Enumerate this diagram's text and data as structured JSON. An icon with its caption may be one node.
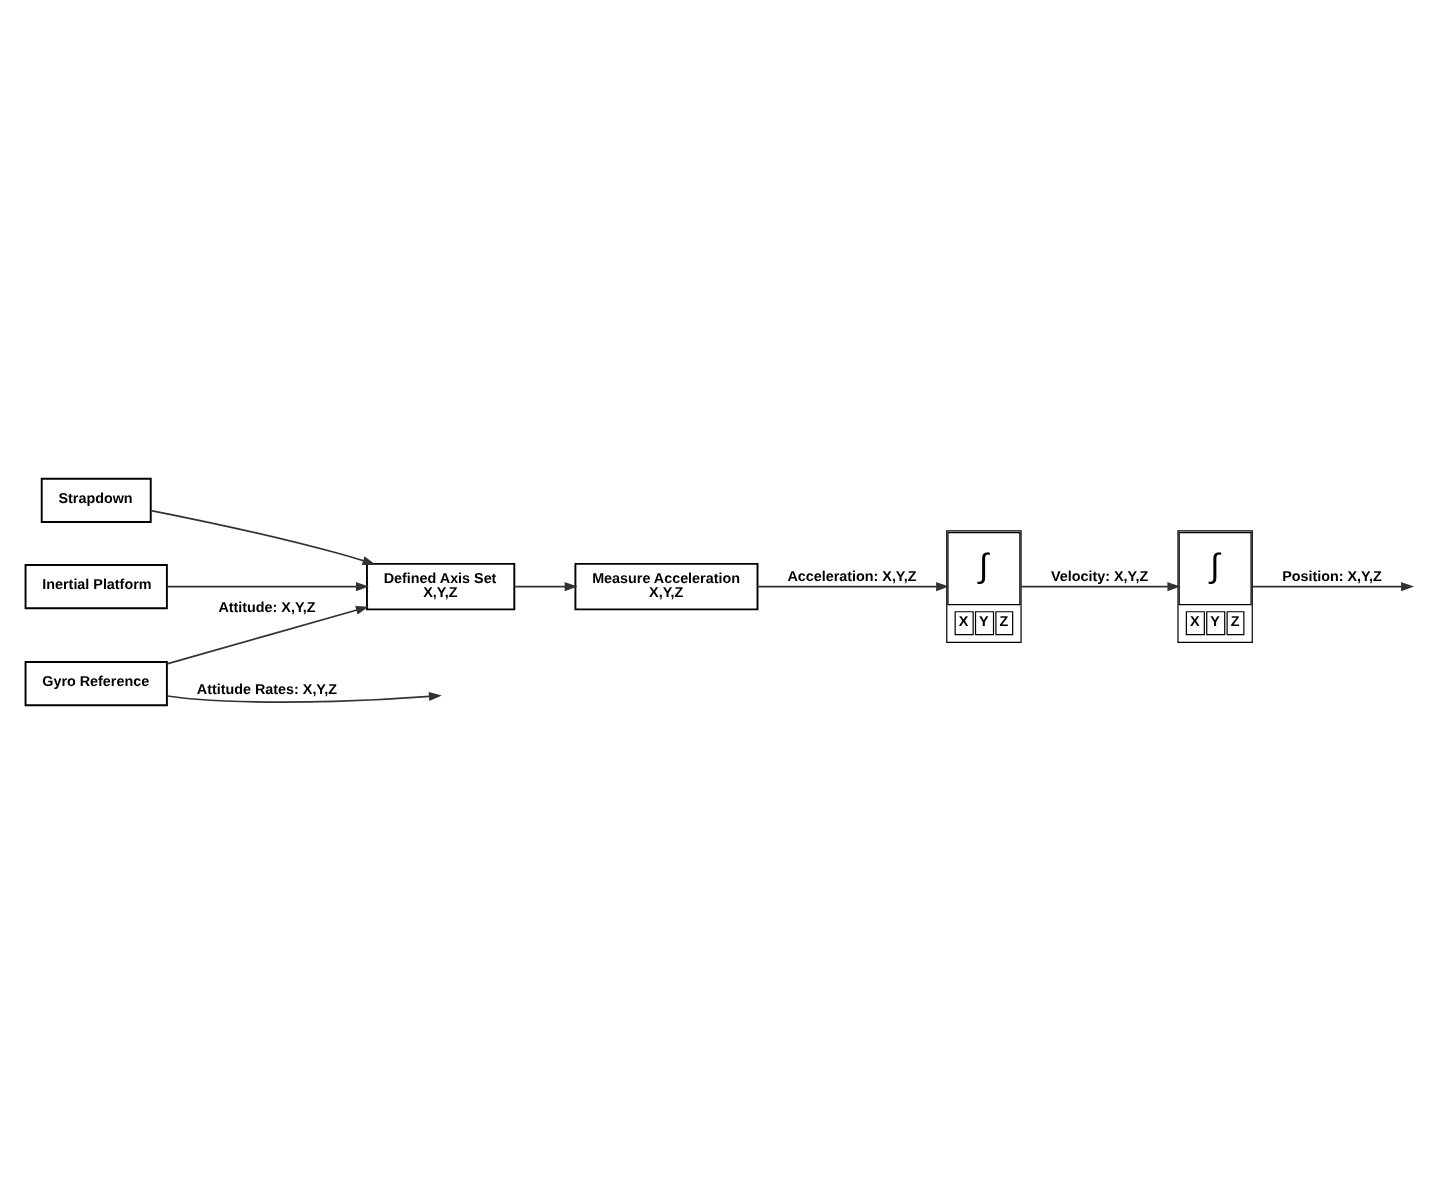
{
  "diagram": {
    "nodes": [
      {
        "text": [
          "Inertial Platform"
        ]
      },
      {
        "text": [
          "Gyro Reference"
        ]
      },
      {
        "text": [
          "Defined Axis Set",
          "X,Y,Z"
        ]
      },
      {
        "text": [
          "Measure Acceleration",
          "X,Y,Z"
        ]
      },
      {
        "text": [
          "Strapdown"
        ]
      },
      {
        "text": [
          "∫",
          "X",
          "Y",
          "Z"
        ]
      },
      {
        "text": [
          "∫",
          "X",
          "Y",
          "Z"
        ]
      }
    ],
    "edges": [
      {
        "from": 0,
        "to": 2,
        "arrow": "to"
      },
      {
        "from": 1,
        "to": 2,
        "arrow": "to",
        "label": "Attitude: X,Y,Z"
      },
      {
        "from": 4,
        "to": 2,
        "arrow": "to"
      },
      {
        "from": 1,
        "to": null,
        "arrow": "to",
        "label": "Attitude Rates: X,Y,Z"
      },
      {
        "from": 2,
        "to": 3,
        "arrow": "to"
      },
      {
        "from": 3,
        "to": 5,
        "arrow": "to",
        "label": "Acceleration: X,Y,Z"
      },
      {
        "from": 5,
        "to": 6,
        "arrow": "to",
        "label": "Velocity: X,Y,Z"
      },
      {
        "from": 6,
        "to": null,
        "arrow": "to",
        "label": "Position: X,Y,Z"
      }
    ]
  }
}
